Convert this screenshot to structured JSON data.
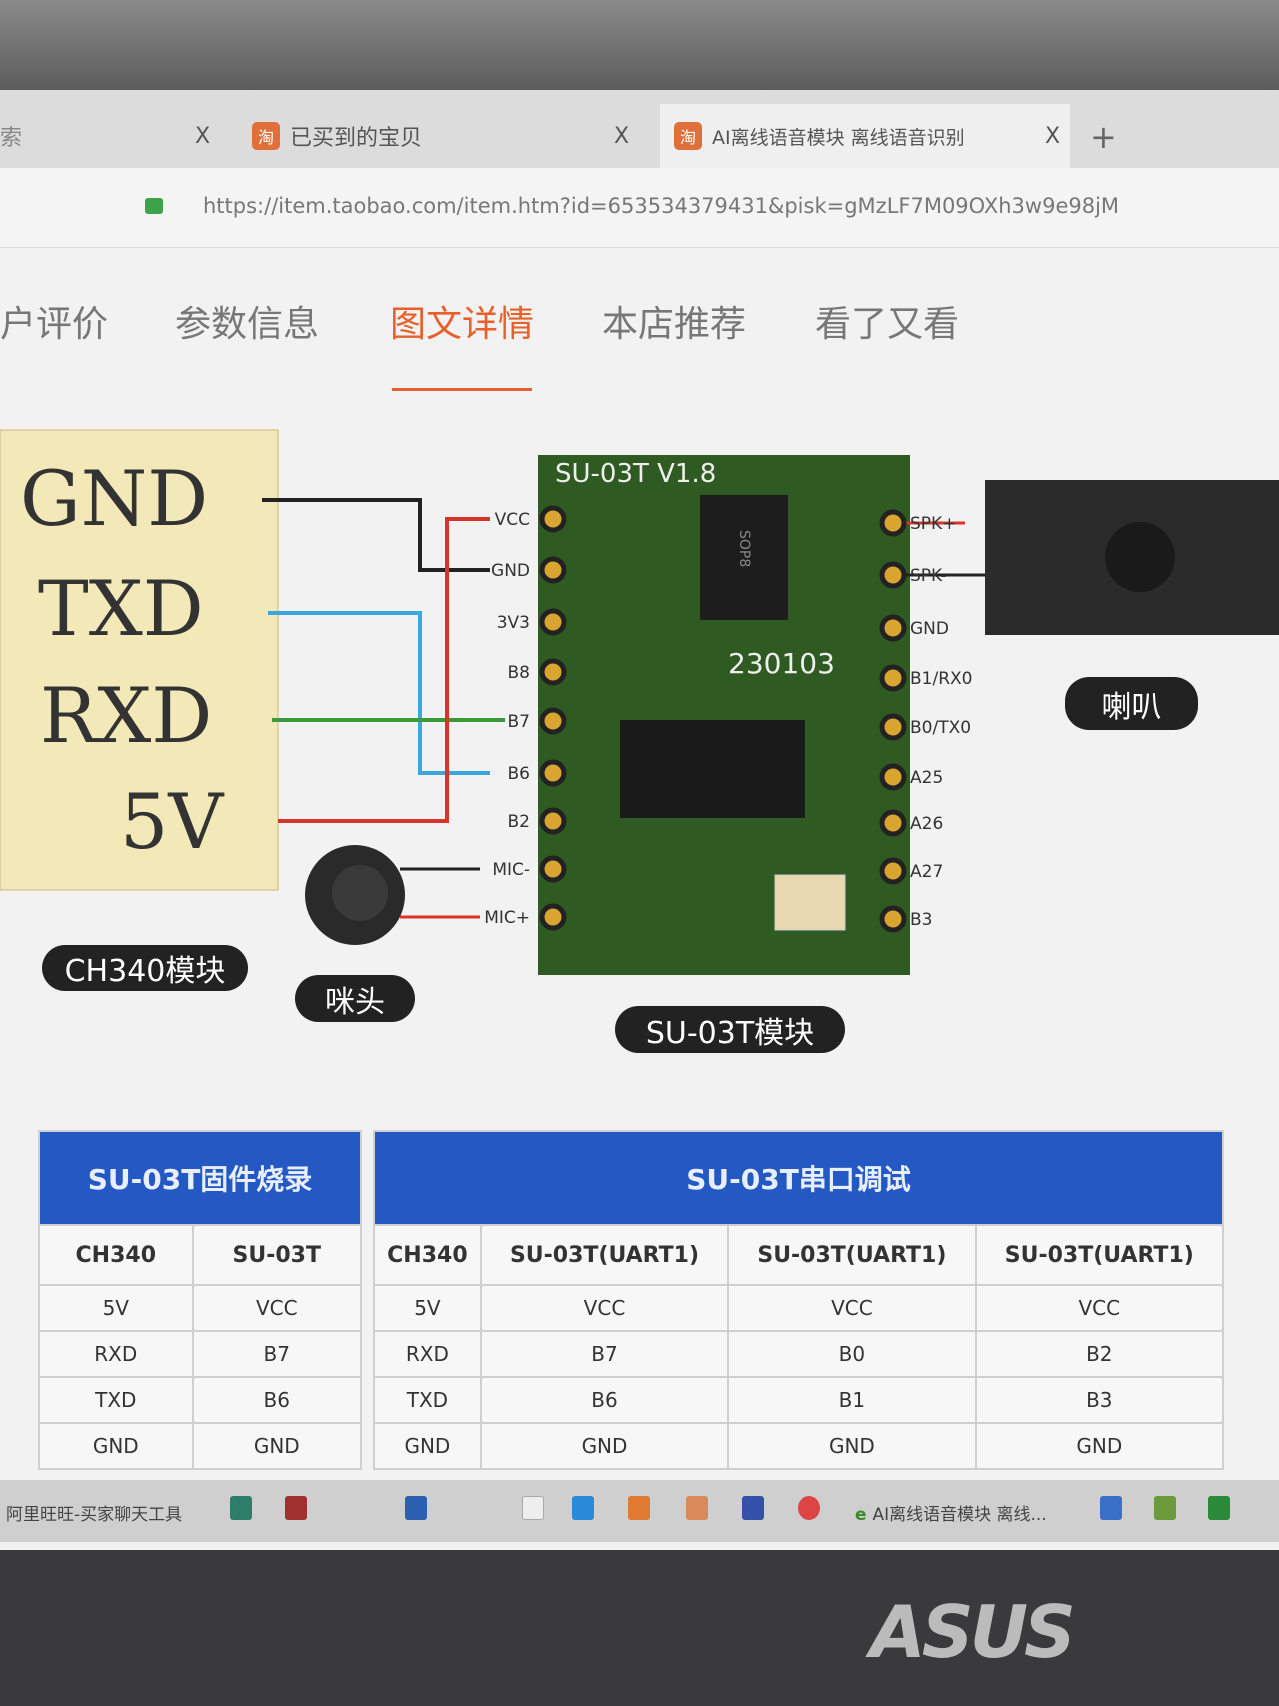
{
  "browser": {
    "tabs": [
      {
        "label": "索",
        "active": false
      },
      {
        "label": "已买到的宝贝",
        "active": false
      },
      {
        "label": "AI离线语音模块 离线语音识别",
        "active": true
      }
    ],
    "close_glyph": "X",
    "new_tab_glyph": "+",
    "url": "https://item.taobao.com/item.htm?id=653534379431&pisk=gMzLF7M09OXh3w9e98jM"
  },
  "nav": {
    "items": [
      "户评价",
      "参数信息",
      "图文详情",
      "本店推荐",
      "看了又看"
    ],
    "active_index": 2,
    "active_color": "#e8602c"
  },
  "diagram": {
    "ch340_pins": [
      "GND",
      "TXD",
      "RXD",
      "5V"
    ],
    "board_title": "SU-03T V1.8",
    "chip_label": "SOP8",
    "board_code": "230103",
    "left_pins": [
      "VCC",
      "GND",
      "3V3",
      "B8",
      "B7",
      "B6",
      "B2",
      "MIC-",
      "MIC+"
    ],
    "right_pins": [
      "SPK+",
      "SPK-",
      "GND",
      "B1/RX0",
      "B0/TX0",
      "A25",
      "A26",
      "A27",
      "B3"
    ],
    "labels": {
      "ch340": "CH340模块",
      "mic": "咪头",
      "module": "SU-03T模块",
      "speaker": "喇叭"
    }
  },
  "table_flash": {
    "title": "SU-03T固件烧录",
    "columns": [
      "CH340",
      "SU-03T"
    ],
    "rows": [
      [
        "5V",
        "VCC"
      ],
      [
        "RXD",
        "B7"
      ],
      [
        "TXD",
        "B6"
      ],
      [
        "GND",
        "GND"
      ]
    ]
  },
  "table_serial": {
    "title": "SU-03T串口调试",
    "columns": [
      "CH340",
      "SU-03T(UART1)",
      "SU-03T(UART1)",
      "SU-03T(UART1)"
    ],
    "rows": [
      [
        "5V",
        "VCC",
        "VCC",
        "VCC"
      ],
      [
        "RXD",
        "B7",
        "B0",
        "B2"
      ],
      [
        "TXD",
        "B6",
        "B1",
        "B3"
      ],
      [
        "GND",
        "GND",
        "GND",
        "GND"
      ]
    ]
  },
  "taskbar": {
    "aliwangwang": "阿里旺旺-买家聊天工具",
    "browser_window": "AI离线语音模块 离线..."
  },
  "brand": "ASUS"
}
